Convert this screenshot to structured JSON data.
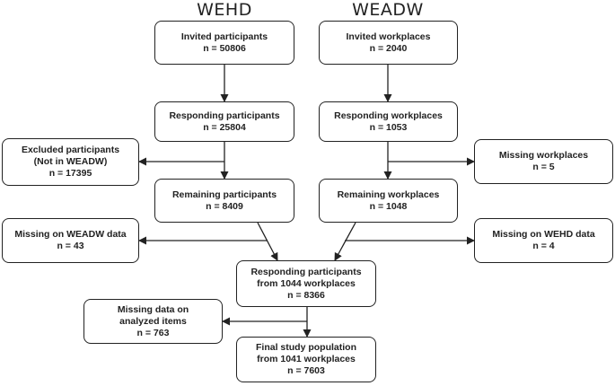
{
  "columns": {
    "left_title": "WEHD",
    "right_title": "WEADW"
  },
  "boxes": {
    "invited_participants": {
      "lines": [
        "Invited participants",
        "n = 50806"
      ]
    },
    "invited_workplaces": {
      "lines": [
        "Invited workplaces",
        "n = 2040"
      ]
    },
    "responding_participants": {
      "lines": [
        "Responding participants",
        "n = 25804"
      ]
    },
    "responding_workplaces": {
      "lines": [
        "Responding workplaces",
        "n = 1053"
      ]
    },
    "excluded_participants": {
      "lines": [
        "Excluded participants",
        "(Not in WEADW)",
        "n = 17395"
      ]
    },
    "missing_workplaces": {
      "lines": [
        "Missing workplaces",
        "n = 5"
      ]
    },
    "remaining_participants": {
      "lines": [
        "Remaining participants",
        "n = 8409"
      ]
    },
    "remaining_workplaces": {
      "lines": [
        "Remaining workplaces",
        "n = 1048"
      ]
    },
    "missing_weadw": {
      "lines": [
        "Missing on WEADW data",
        "n = 43"
      ]
    },
    "missing_wehd": {
      "lines": [
        "Missing on WEHD data",
        "n = 4"
      ]
    },
    "responding_from_workplaces": {
      "lines": [
        "Responding participants",
        "from 1044 workplaces",
        "n = 8366"
      ]
    },
    "missing_analyzed": {
      "lines": [
        "Missing data on",
        "analyzed items",
        "n = 763"
      ]
    },
    "final_population": {
      "lines": [
        "Final study population",
        "from 1041 workplaces",
        "n = 7603"
      ]
    }
  }
}
